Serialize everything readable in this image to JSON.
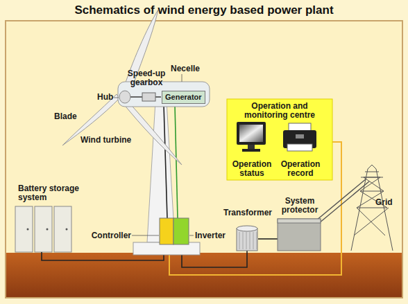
{
  "diagram": {
    "title": "Schematics of wind energy based power plant",
    "nodes": [
      {
        "text": [
          "Generator"
        ]
      },
      {
        "text": [
          "Operation and monitoring centre"
        ]
      }
    ],
    "labels": [
      "Necelle",
      "Speed-up gearbox",
      "Hub",
      "Blade",
      "Wind turbine",
      "Operation status",
      "Operation record",
      "Battery storage system",
      "Controller",
      "Inverter",
      "Transformer",
      "System protector",
      "Grid"
    ]
  }
}
